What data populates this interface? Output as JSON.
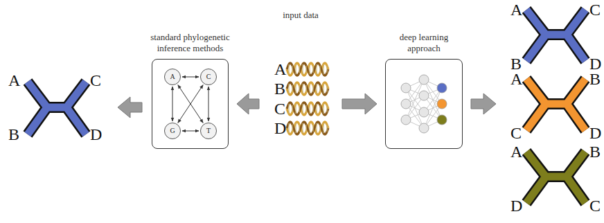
{
  "diagram": {
    "nodes": [
      {
        "text": [
          "standard phylogenetic inference methods"
        ]
      },
      {
        "text": [
          "A"
        ],
        "in": 0
      },
      {
        "text": [
          "C"
        ],
        "in": 0
      },
      {
        "text": [
          "G"
        ],
        "in": 0
      },
      {
        "text": [
          "T"
        ],
        "in": 0
      },
      {
        "text": [
          "input data"
        ]
      },
      {
        "text": [
          "deep learning approach"
        ]
      }
    ],
    "edges": [
      {
        "from": 1,
        "to": 2,
        "arrow": "both"
      },
      {
        "from": 1,
        "to": 3,
        "arrow": "both"
      },
      {
        "from": 2,
        "to": 4,
        "arrow": "both"
      },
      {
        "from": 3,
        "to": 4,
        "arrow": "both"
      },
      {
        "from": 1,
        "to": 4,
        "arrow": "both"
      },
      {
        "from": 2,
        "to": 3,
        "arrow": "both"
      },
      {
        "from": 5,
        "to": 0,
        "arrow": "to"
      },
      {
        "from": 5,
        "to": 6,
        "arrow": "to"
      }
    ],
    "labels": [
      "A",
      "C",
      "B",
      "D",
      "A",
      "B",
      "C",
      "D",
      "A",
      "C",
      "B",
      "D",
      "A",
      "B",
      "C",
      "D",
      "A",
      "B",
      "D",
      "C"
    ]
  }
}
